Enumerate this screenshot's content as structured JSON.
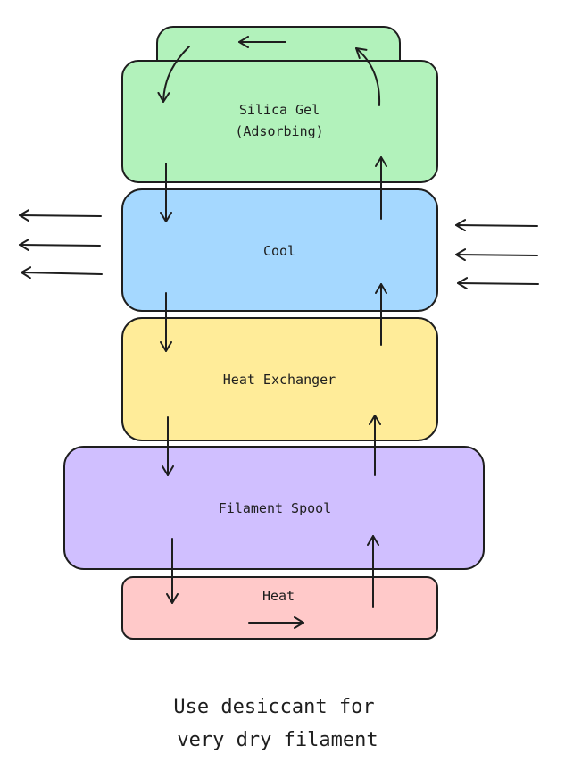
{
  "diagram": {
    "boxes": {
      "silica_gel": {
        "line1": "Silica Gel",
        "line2": "(Adsorbing)",
        "color": "#b2f2bb"
      },
      "cool": {
        "label": "Cool",
        "color": "#a5d8ff"
      },
      "heat_exchanger": {
        "label": "Heat Exchanger",
        "color": "#ffec99"
      },
      "filament_spool": {
        "label": "Filament Spool",
        "color": "#d0bfff"
      },
      "heat": {
        "label": "Heat",
        "color": "#ffc9c9"
      }
    },
    "caption": {
      "line1": "Use desiccant for",
      "line2": "very dry filament"
    }
  }
}
